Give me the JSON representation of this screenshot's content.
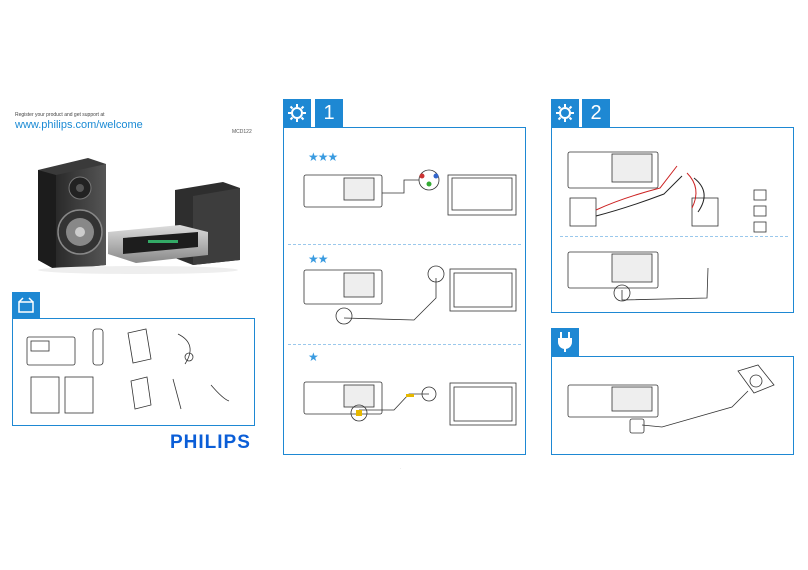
{
  "cover": {
    "register_text": "Register your product and get support at",
    "url": "www.philips.com/welcome",
    "model": "MCD122",
    "brand": "PHILIPS"
  },
  "steps": [
    {
      "label": "1",
      "icon": "gear-icon"
    },
    {
      "label": "2",
      "icon": "gear-icon"
    },
    {
      "label": "",
      "icon": "plug-icon"
    }
  ],
  "ratings": [
    {
      "stars": "★★★",
      "value": 3
    },
    {
      "stars": "★★",
      "value": 2
    },
    {
      "stars": "★",
      "value": 1
    }
  ],
  "colors": {
    "accent": "#1e88d3",
    "brand": "#0b5ed7",
    "url": "#1a8ad4"
  }
}
